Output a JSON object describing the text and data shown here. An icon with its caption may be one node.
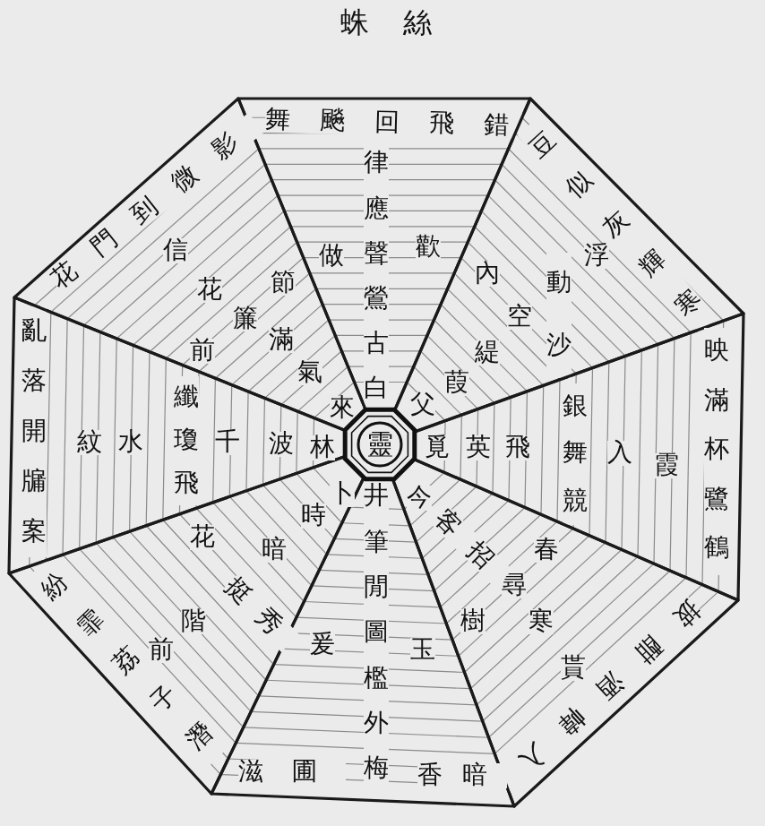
{
  "diagram": {
    "title": "蛛絲",
    "nodes": [
      {
        "text": [
          "舞飈回飛錯",
          "律應聲鶯古白",
          "做",
          "歡"
        ]
      },
      {
        "text": [
          "豆似灰輝寒",
          "浮",
          "內",
          "空",
          "動沙",
          "緹",
          "葭",
          "父"
        ]
      },
      {
        "text": [
          "覓",
          "英",
          "飛",
          "銀舞競",
          "入",
          "霞",
          "映滿杯鷺鶴"
        ]
      },
      {
        "text": [
          "披酣酒幃入",
          "春",
          "尋",
          "寒",
          "貰",
          "今",
          "客招",
          "樹"
        ]
      },
      {
        "text": [
          "滋圃",
          "爰",
          "井筆閒圖檻外梅",
          "玉",
          "香暗"
        ]
      },
      {
        "text": [
          "紛霏荔子潛",
          "前",
          "階",
          "花",
          "挺秀",
          "暗",
          "時",
          "卜"
        ]
      },
      {
        "text": [
          "亂落開牖案",
          "紋",
          "水",
          "纖瓊飛",
          "千",
          "波",
          "林"
        ]
      },
      {
        "text": [
          "花門到微影",
          "信",
          "花",
          "簾",
          "前",
          "節",
          "滿",
          "氣",
          "來"
        ]
      },
      {
        "text": [
          "靈"
        ]
      }
    ]
  }
}
